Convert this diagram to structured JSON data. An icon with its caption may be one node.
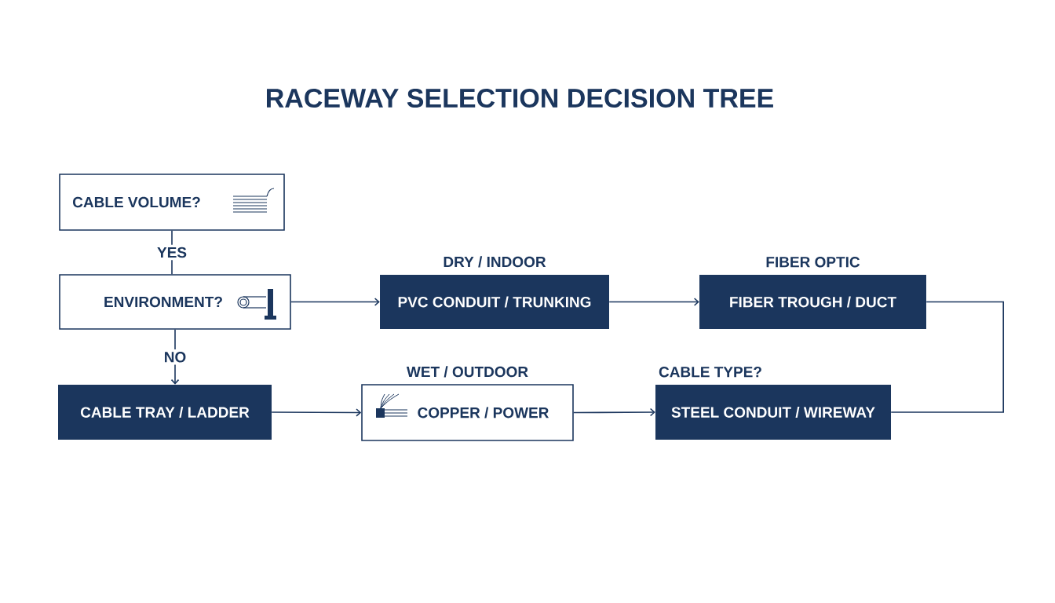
{
  "diagram": {
    "title": "RACEWAY SELECTION DECISION TREE",
    "nodes": [
      {
        "text": [
          "CABLE VOLUME?"
        ]
      },
      {
        "text": [
          "ENVIRONMENT?"
        ]
      },
      {
        "text": [
          "DRY / INDOOR",
          "PVC CONDUIT / TRUNKING"
        ]
      },
      {
        "text": [
          "FIBER OPTIC",
          "FIBER TROUGH / DUCT"
        ]
      },
      {
        "text": [
          "CABLE TRAY / LADDER"
        ]
      },
      {
        "text": [
          "WET / OUTDOOR",
          "COPPER / POWER"
        ]
      },
      {
        "text": [
          "CABLE TYPE?",
          "STEEL CONDUIT / WIREWAY"
        ]
      }
    ],
    "edges": [
      {
        "from": 0,
        "to": 1,
        "arrow": "none",
        "label": "YES"
      },
      {
        "from": 1,
        "to": 4,
        "arrow": "to",
        "label": "NO"
      },
      {
        "from": 1,
        "to": 2,
        "arrow": "to"
      },
      {
        "from": 2,
        "to": 3,
        "arrow": "to"
      },
      {
        "from": 4,
        "to": 5,
        "arrow": "to"
      },
      {
        "from": 5,
        "to": 6,
        "arrow": "to"
      },
      {
        "from": 3,
        "to": 6,
        "arrow": "none"
      }
    ]
  }
}
